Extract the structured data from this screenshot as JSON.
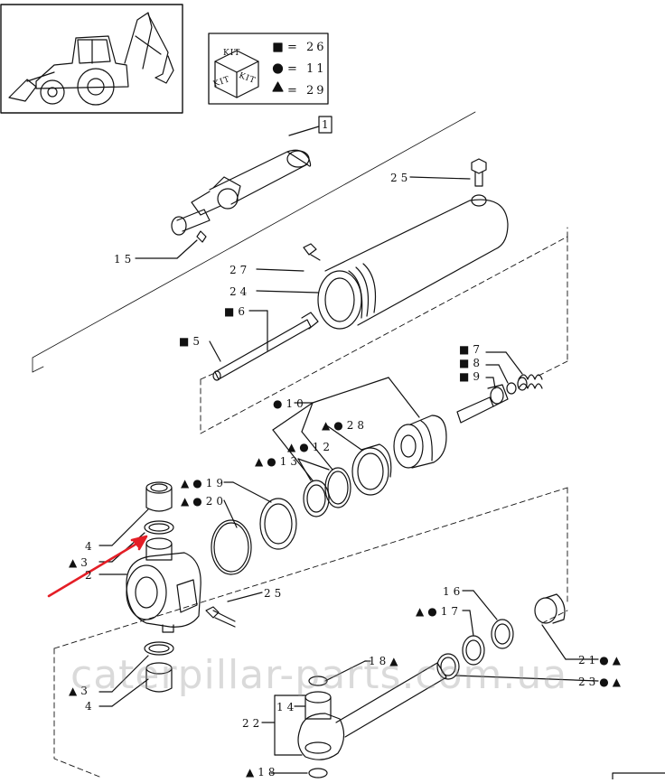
{
  "kit_legend": {
    "kit_text": [
      "KIT",
      "KIT",
      "KIT"
    ],
    "rows": [
      {
        "symbol": "square",
        "text": "= 26"
      },
      {
        "symbol": "circle",
        "text": "= 11"
      },
      {
        "symbol": "triangle",
        "text": "= 29"
      }
    ]
  },
  "assembly_ref": "1",
  "callouts": [
    {
      "id": "c25a",
      "text": "25"
    },
    {
      "id": "c15",
      "text": "15"
    },
    {
      "id": "c27",
      "text": "27"
    },
    {
      "id": "c24",
      "text": "24"
    },
    {
      "id": "c6",
      "text": "6",
      "symbols": "■"
    },
    {
      "id": "c5",
      "text": "5",
      "symbols": "■"
    },
    {
      "id": "c7",
      "text": "7",
      "symbols": "■"
    },
    {
      "id": "c8",
      "text": "8",
      "symbols": "■"
    },
    {
      "id": "c9",
      "text": "9",
      "symbols": "■"
    },
    {
      "id": "c10",
      "text": "10",
      "symbols": "●"
    },
    {
      "id": "c28",
      "text": "28",
      "symbols": "▲●"
    },
    {
      "id": "c12",
      "text": "12",
      "symbols": "▲●"
    },
    {
      "id": "c13",
      "text": "13",
      "symbols": "▲●"
    },
    {
      "id": "c19",
      "text": "19",
      "symbols": "▲●"
    },
    {
      "id": "c20",
      "text": "20",
      "symbols": "▲●"
    },
    {
      "id": "c4a",
      "text": "4"
    },
    {
      "id": "c3a",
      "text": "3",
      "symbols": "▲"
    },
    {
      "id": "c2",
      "text": "2"
    },
    {
      "id": "c25b",
      "text": "25"
    },
    {
      "id": "c16",
      "text": "16"
    },
    {
      "id": "c17",
      "text": "17",
      "symbols": "▲●"
    },
    {
      "id": "c21",
      "text": "21",
      "symbols": "●▲"
    },
    {
      "id": "c23",
      "text": "23",
      "symbols": "●▲"
    },
    {
      "id": "c18a",
      "text": "18",
      "symbols": "▲"
    },
    {
      "id": "c3b",
      "text": "3",
      "symbols": "▲"
    },
    {
      "id": "c4b",
      "text": "4"
    },
    {
      "id": "c14",
      "text": "14"
    },
    {
      "id": "c22",
      "text": "22"
    },
    {
      "id": "c18b",
      "text": "18",
      "symbols": "▲"
    }
  ],
  "watermark": "caterpillar-parts.com.ua",
  "colors": {
    "line": "#111111",
    "arrow": "#e41e26",
    "watermark": "#969696"
  }
}
